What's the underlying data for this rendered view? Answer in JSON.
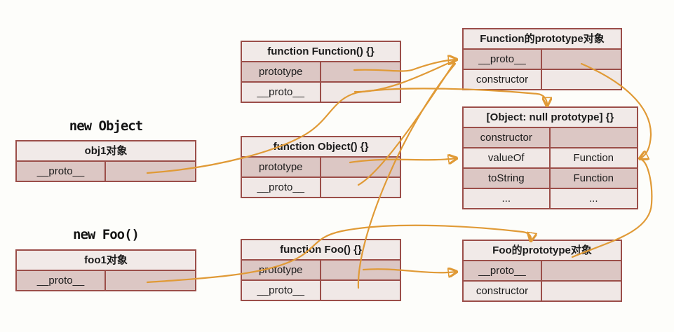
{
  "labels": {
    "new_object": "new Object",
    "new_foo": "new Foo()"
  },
  "tables": {
    "obj1": {
      "title": "obj1对象",
      "rows": [
        {
          "key": "__proto__",
          "value": ""
        }
      ]
    },
    "foo1": {
      "title": "foo1对象",
      "rows": [
        {
          "key": "__proto__",
          "value": ""
        }
      ]
    },
    "function_ctor": {
      "title": "function Function() {}",
      "rows": [
        {
          "key": "prototype",
          "value": ""
        },
        {
          "key": "__proto__",
          "value": ""
        }
      ]
    },
    "object_ctor": {
      "title": "function Object() {}",
      "rows": [
        {
          "key": "prototype",
          "value": ""
        },
        {
          "key": "__proto__",
          "value": ""
        }
      ]
    },
    "foo_ctor": {
      "title": "function Foo() {}",
      "rows": [
        {
          "key": "prototype",
          "value": ""
        },
        {
          "key": "__proto__",
          "value": ""
        }
      ]
    },
    "function_proto": {
      "title": "Function的prototype对象",
      "rows": [
        {
          "key": "__proto__",
          "value": ""
        },
        {
          "key": "constructor",
          "value": ""
        }
      ]
    },
    "object_proto": {
      "title": "[Object: null prototype] {}",
      "rows": [
        {
          "key": "constructor",
          "value": ""
        },
        {
          "key": "valueOf",
          "value": "Function"
        },
        {
          "key": "toString",
          "value": "Function"
        },
        {
          "key": "...",
          "value": "..."
        }
      ]
    },
    "foo_proto": {
      "title": "Foo的prototype对象",
      "rows": [
        {
          "key": "__proto__",
          "value": ""
        },
        {
          "key": "constructor",
          "value": ""
        }
      ]
    }
  },
  "edges": [
    {
      "id": "fn-prototype-to-fnproto",
      "from": "function Function() {} . prototype",
      "to": "Function的prototype对象"
    },
    {
      "id": "fn-proto-to-fnproto",
      "from": "function Function() {} . __proto__",
      "to": "Function的prototype对象"
    },
    {
      "id": "object-proto-to-fnproto",
      "from": "function Object() {} . __proto__",
      "to": "Function的prototype对象"
    },
    {
      "id": "foo-proto-to-fnproto",
      "from": "function Foo() {} . __proto__",
      "to": "Function的prototype对象"
    },
    {
      "id": "obj1-proto-to-objproto",
      "from": "obj1对象 . __proto__",
      "to": "[Object: null prototype] {}"
    },
    {
      "id": "object-prototype-to-objproto",
      "from": "function Object() {} . prototype",
      "to": "[Object: null prototype] {}"
    },
    {
      "id": "fnproto-proto-to-objproto",
      "from": "Function的prototype对象 . __proto__",
      "to": "[Object: null prototype] {}"
    },
    {
      "id": "fooproto-proto-to-objproto",
      "from": "Foo的prototype对象 . __proto__",
      "to": "[Object: null prototype] {}"
    },
    {
      "id": "foo1-proto-to-fooproto",
      "from": "foo1对象 . __proto__",
      "to": "Foo的prototype对象"
    },
    {
      "id": "foo-prototype-to-fooproto",
      "from": "function Foo() {} . prototype",
      "to": "Foo的prototype对象"
    }
  ],
  "colors": {
    "arrow": "#e09a36",
    "table_border": "#9b4e49",
    "row_dark": "#dcc7c4",
    "row_light": "#f0e8e6",
    "background": "#fdfdfa"
  }
}
